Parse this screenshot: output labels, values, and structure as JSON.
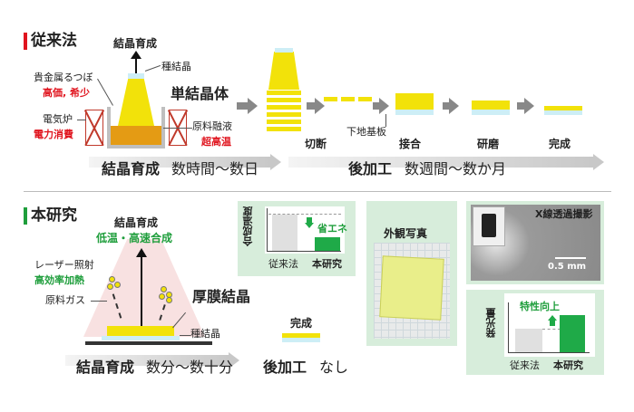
{
  "conventional": {
    "title": "従来法",
    "growth_label": "結晶育成",
    "seed_label": "種結晶",
    "single_crystal": "単結晶体",
    "crucible_label": "貴金属るつぼ",
    "crucible_note": "高価, 希少",
    "furnace_label": "電気炉",
    "furnace_note": "電力消費",
    "melt_label": "原料融液",
    "melt_note": "超高温",
    "steps": [
      "切断",
      "接合",
      "研磨",
      "完成"
    ],
    "substrate_label": "下地基板",
    "timeline_growth": "結晶育成",
    "timeline_growth_time": "数時間〜数日",
    "timeline_post": "後加工",
    "timeline_post_time": "数週間〜数か月"
  },
  "proposed": {
    "title": "本研究",
    "growth_label": "結晶育成",
    "growth_note": "低温・高速合成",
    "laser_label": "レーザー照射",
    "laser_note": "高効率加熱",
    "gas_label": "原料ガス",
    "film_label": "厚膜結晶",
    "seed_label": "種結晶",
    "done_label": "完成",
    "timeline_growth": "結晶育成",
    "timeline_growth_time": "数分〜数十分",
    "timeline_post": "後加工",
    "timeline_post_time": "なし"
  },
  "temp_chart": {
    "ylabel": "合成温度",
    "categories": [
      "従来法",
      "本研究"
    ],
    "annotation": "省エネ"
  },
  "photo": {
    "label": "外観写真"
  },
  "xray": {
    "label": "X線透過撮影",
    "scale": "0.5 mm"
  },
  "lum_chart": {
    "ylabel": "発光量",
    "categories": [
      "従来法",
      "本研究"
    ],
    "annotation": "特性向上"
  },
  "colors": {
    "red": "#e0141e",
    "green": "#1f9e3c",
    "crystal_yellow": "#f2e20a",
    "seed_cyan": "#cdeef6"
  }
}
